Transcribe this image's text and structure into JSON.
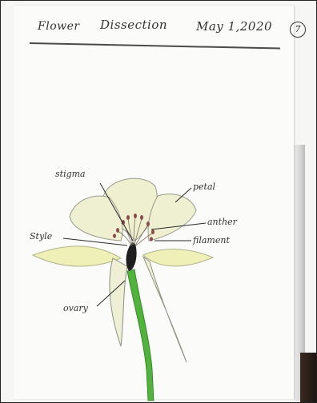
{
  "header": {
    "subject_word_1": "Flower",
    "subject_word_2": "Dissection",
    "date": "May 1,2020",
    "page_number": "7"
  },
  "labels": {
    "stigma": "stigma",
    "petal": "petal",
    "anther": "anther",
    "style": "Style",
    "filament": "filament",
    "ovary": "ovary"
  },
  "colors": {
    "petal_fill": "#efefd2",
    "petal_outline": "#9a9a8c",
    "stem": "#4fb43a",
    "ovary": "#1e1e1e",
    "anther_tip": "#8a4a4a"
  }
}
